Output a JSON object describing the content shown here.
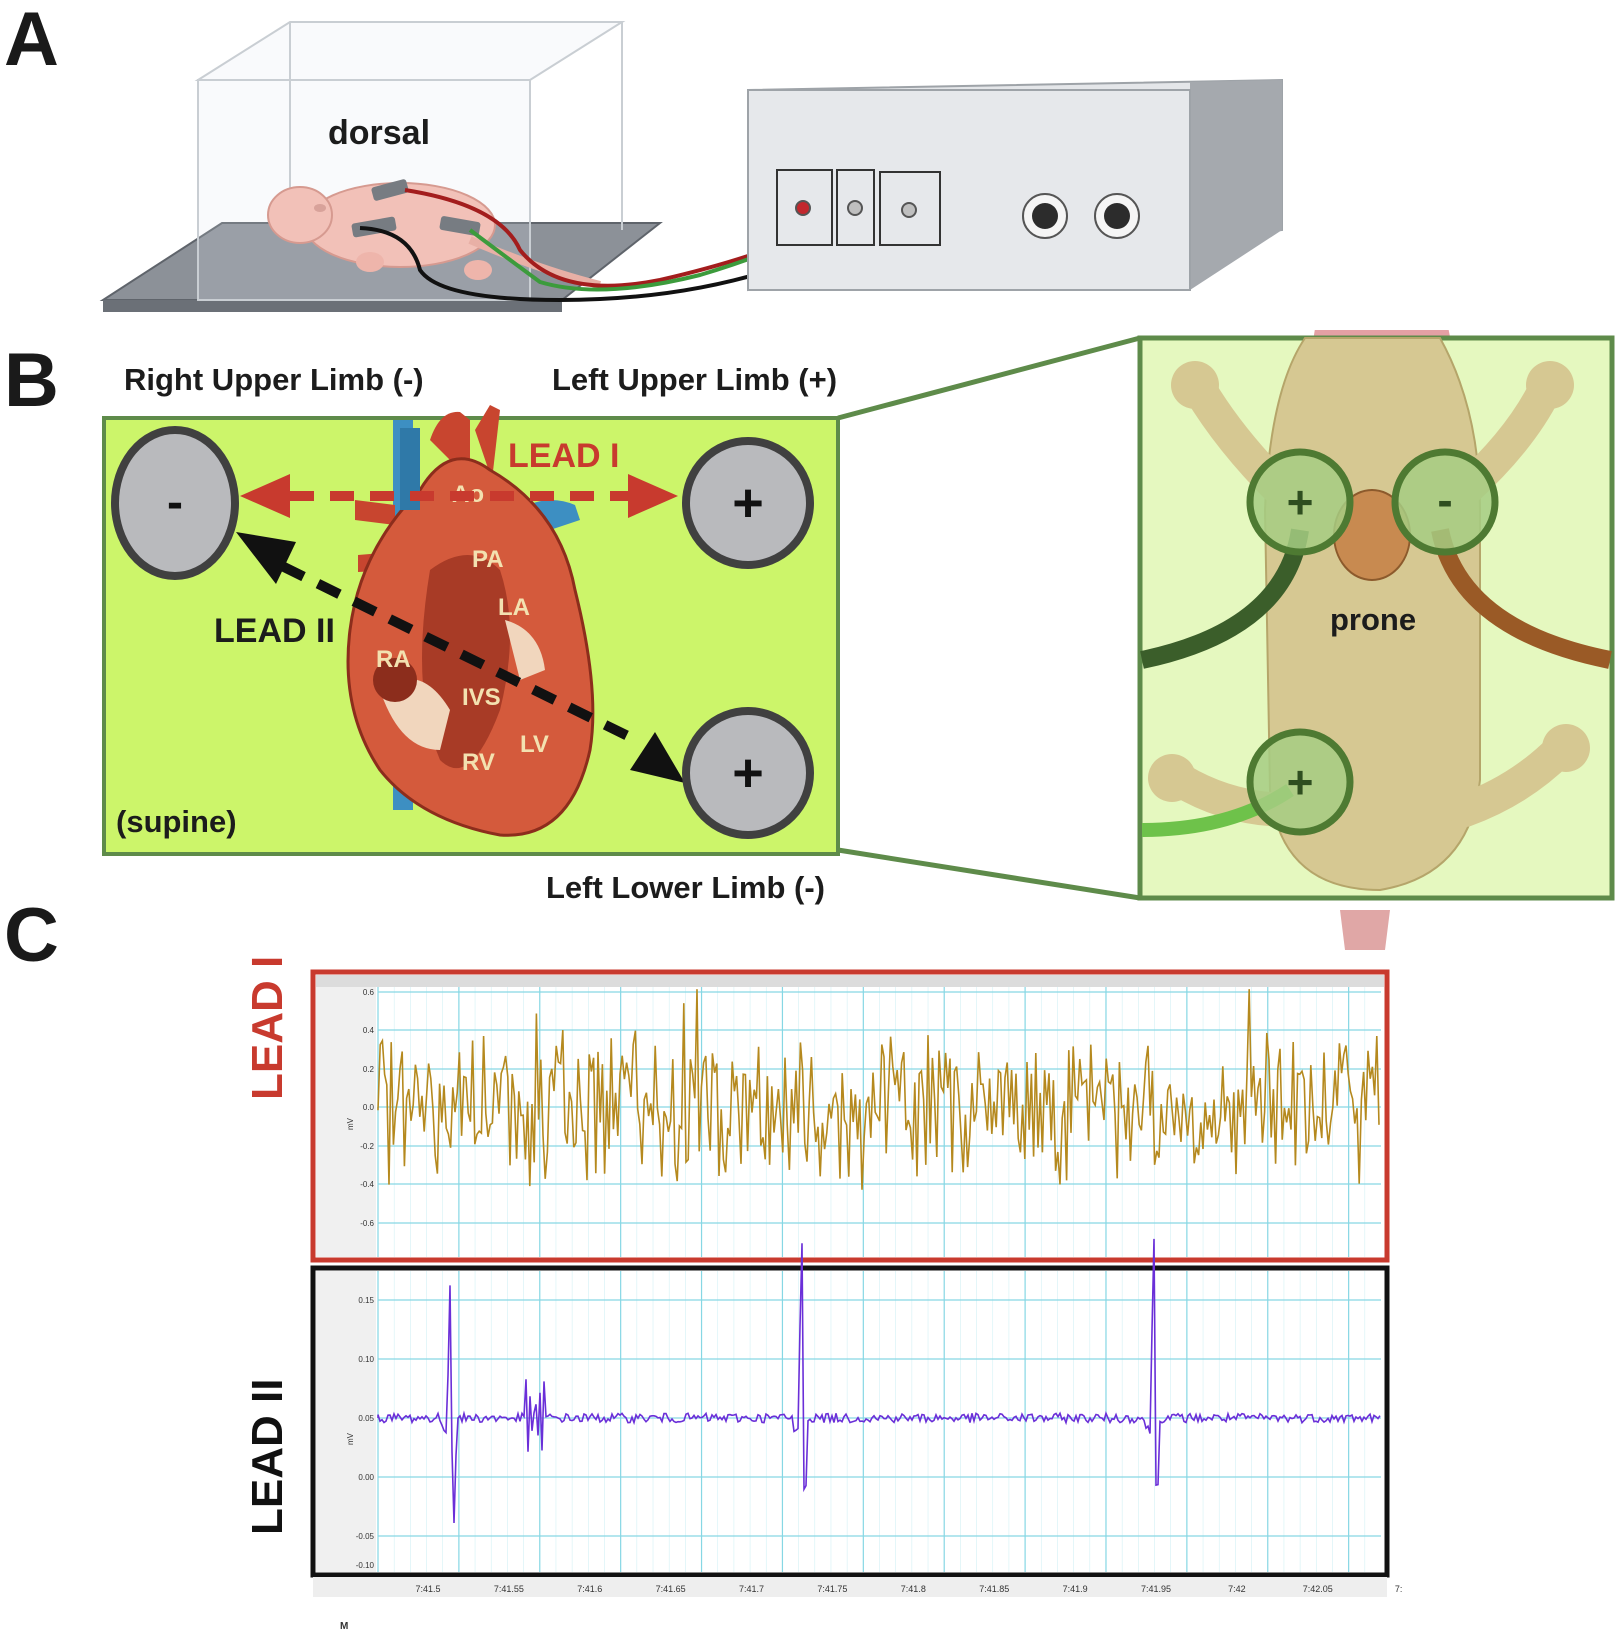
{
  "panels": {
    "a": "A",
    "b": "B",
    "c": "C"
  },
  "panel_a": {
    "dorsal_label": "dorsal"
  },
  "panel_b": {
    "right_upper_limb": "Right Upper Limb  (-)",
    "left_upper_limb": "Left Upper Limb  (+)",
    "left_lower_limb": "Left Lower Limb  (-)",
    "lead_i": "LEAD I",
    "lead_ii": "LEAD II",
    "supine": "(supine)",
    "electrode_neg": "-",
    "electrode_pos": "+",
    "heart_labels": {
      "ao": "Ao",
      "pa": "PA",
      "la": "LA",
      "ra": "RA",
      "ivs": "IVS",
      "lv": "LV",
      "rv": "RV"
    },
    "prone": "prone",
    "prone_electrodes": {
      "upper_left": "+",
      "upper_right": "-",
      "lower": "+"
    },
    "colors": {
      "panel_green": "#ccf56a",
      "frame_green": "#5e8b4a",
      "lead_i_red": "#c83a2e",
      "lead_ii_black": "#111111"
    }
  },
  "panel_c": {
    "lead_i_label": "LEAD I",
    "lead_ii_label": "LEAD II",
    "lead_i_unit": "mV",
    "lead_ii_unit": "mV",
    "lead_i_ticks": [
      "0.6",
      "0.4",
      "0.2",
      "0.0",
      "-0.2",
      "-0.4",
      "-0.6"
    ],
    "lead_ii_ticks": [
      "0.15",
      "0.10",
      "0.05",
      "0.00",
      "-0.05",
      "-0.10"
    ],
    "time_ticks": [
      "7:41.5",
      "7:41.55",
      "7:41.6",
      "7:41.65",
      "7:41.7",
      "7:41.75",
      "7:41.8",
      "7:41.85",
      "7:41.9",
      "7:41.95",
      "7:42",
      "7:42.05",
      "7:"
    ],
    "corner_label": "M",
    "colors": {
      "lead_i_trace": "#b5891e",
      "lead_ii_trace": "#6a2fd8",
      "grid": "#86d7e4",
      "lead_i_frame": "#c83a2e",
      "lead_ii_frame": "#111111"
    }
  }
}
